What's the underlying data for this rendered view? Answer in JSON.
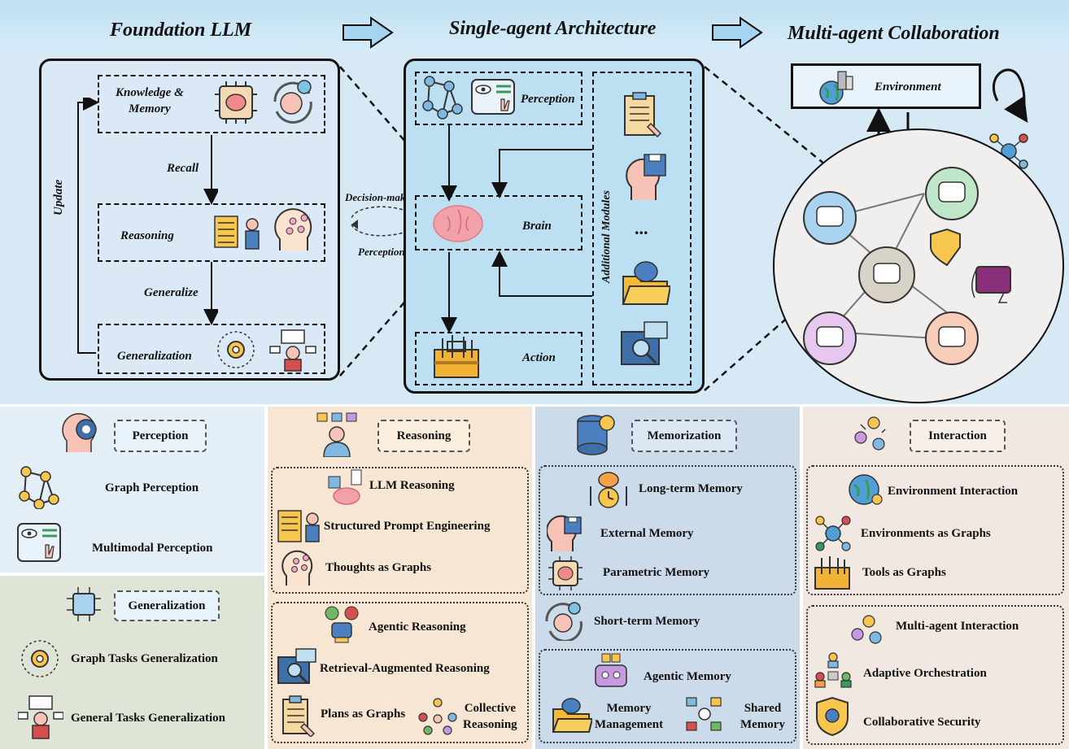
{
  "stages": {
    "foundation": "Foundation LLM",
    "single": "Single-agent Architecture",
    "multi": "Multi-agent Collaboration"
  },
  "foundation_panel": {
    "knowledge": "Knowledge &\nMemory",
    "knowledge_line1": "Knowledge &",
    "knowledge_line2": "Memory",
    "recall": "Recall",
    "reasoning": "Reasoning",
    "generalize": "Generalize",
    "generalization": "Generalization",
    "update": "Update"
  },
  "middle_labels": {
    "decision": "Decision-making",
    "perception": "Perception"
  },
  "single_panel": {
    "perception": "Perception",
    "brain": "Brain",
    "action": "Action",
    "additional": "Additional Modules",
    "ellipsis": "..."
  },
  "multi_panel": {
    "environment": "Environment"
  },
  "bottom": {
    "perception": {
      "title": "Perception",
      "items": [
        "Graph Perception",
        "Multimodal Perception"
      ]
    },
    "generalization": {
      "title": "Generalization",
      "items": [
        "Graph Tasks Generalization",
        "General Tasks Generalization"
      ]
    },
    "reasoning": {
      "title": "Reasoning",
      "llm": "LLM Reasoning",
      "structured": "Structured Prompt Engineering",
      "thoughts": "Thoughts as Graphs",
      "agentic": "Agentic Reasoning",
      "retrieval": "Retrieval-Augmented Reasoning",
      "plans": "Plans as Graphs",
      "collective1": "Collective",
      "collective2": "Reasoning"
    },
    "memorization": {
      "title": "Memorization",
      "long": "Long-term Memory",
      "external": "External Memory",
      "parametric": "Parametric Memory",
      "short": "Short-term Memory",
      "agentic": "Agentic Memory",
      "mm1": "Memory",
      "mm2": "Management",
      "sh1": "Shared",
      "sh2": "Memory"
    },
    "interaction": {
      "title": "Interaction",
      "env": "Environment Interaction",
      "envgraphs": "Environments as Graphs",
      "tools": "Tools as Graphs",
      "multi": "Multi-agent Interaction",
      "adaptive": "Adaptive Orchestration",
      "security": "Collaborative Security"
    }
  },
  "colors": {
    "top_bg": "#d6e9f5",
    "perception_bg": "#e4eef7",
    "generalization_bg": "#dfe5d6",
    "reasoning_bg": "#f6e6d3",
    "memorization_bg": "#ccdbe9",
    "interaction_bg": "#f1e8e2"
  }
}
